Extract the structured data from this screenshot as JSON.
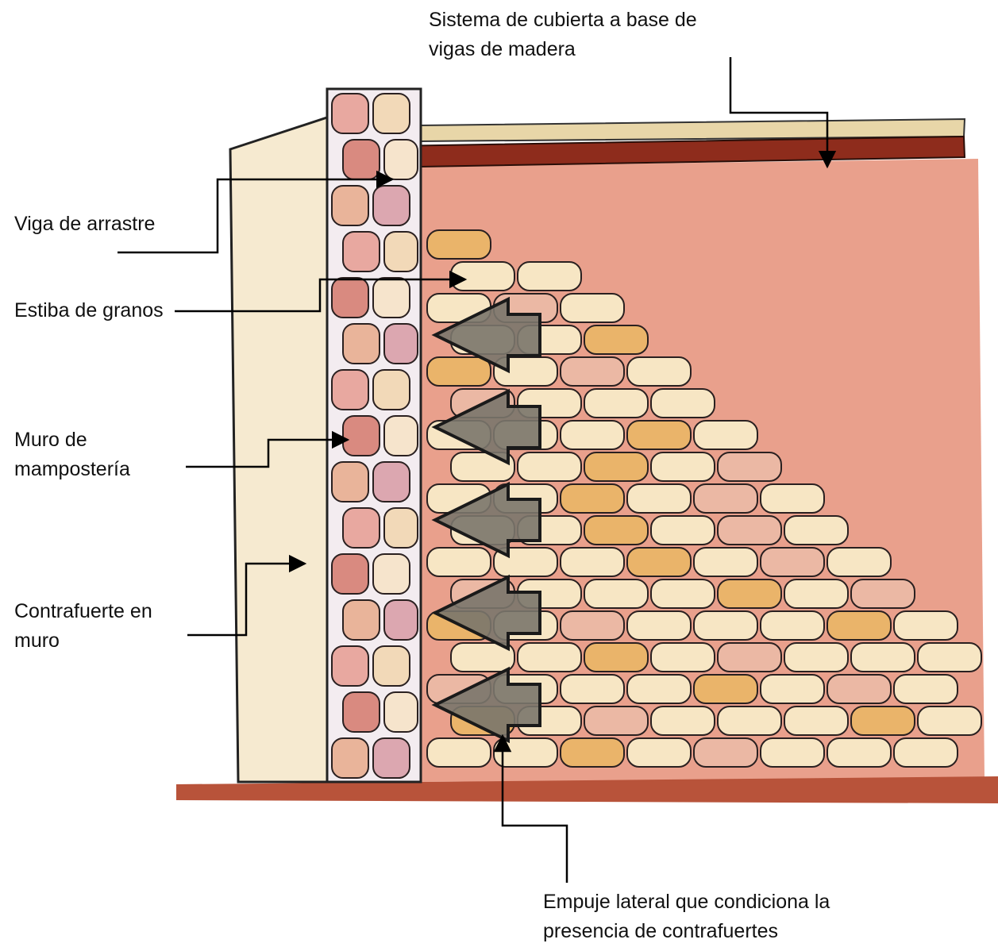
{
  "labels": {
    "roof": [
      "Sistema de cubierta a base de",
      "vigas de madera"
    ],
    "beam": [
      "Viga de arrastre"
    ],
    "grain": [
      "Estiba de granos"
    ],
    "wall": [
      "Muro de",
      "mampostería"
    ],
    "buttress": [
      "Contrafuerte en",
      "muro"
    ],
    "thrust": [
      "Empuje lateral que condiciona la",
      "presencia de contrafuertes"
    ]
  },
  "colors": {
    "background": "#ffffff",
    "interior_wall": "#e9a08c",
    "floor": "#b8533a",
    "buttress": "#f6ead0",
    "masonry_mortar": "#f3ecf0",
    "roof_beam": "#8e2c1c",
    "roof_fill": "#e8d6a8",
    "sack_light": "#f7e6c4",
    "sack_orange": "#eab46a",
    "sack_pink": "#ebb8a4",
    "thrust_arrow": "#7a756c",
    "annotation_line": "#000000"
  }
}
